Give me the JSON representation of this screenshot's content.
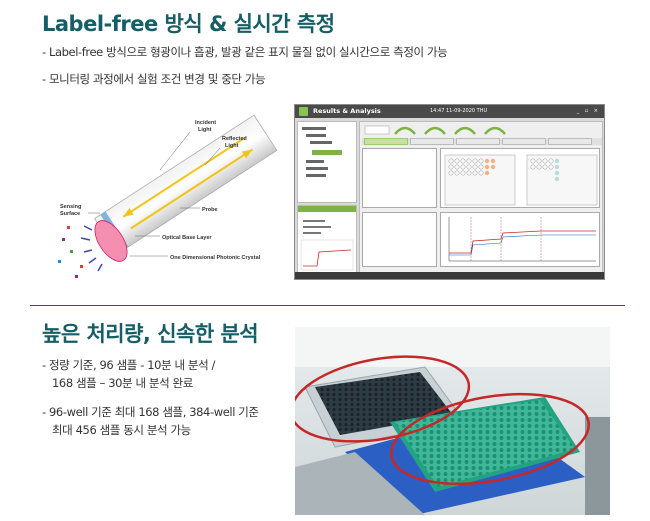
{
  "section1": {
    "title": "Label-free 방식 & 실시간 측정",
    "bullets": [
      "- Label-free 방식으로 형광이나 흡광, 발광 같은 표지 물질 없이 실시간으로 측정이 가능",
      "- 모니터링 과정에서 실험 조건 변경 및 중단 가능"
    ],
    "diagram": {
      "labels": {
        "incident": "Incident",
        "incident2": "Light",
        "reflected": "Reflected",
        "reflected2": "Light",
        "sensing": "Sensing",
        "sensing2": "Surface",
        "probe": "Probe",
        "optical": "Optical Base Layer",
        "crystal": "One Dimensional Photonic Crystal"
      }
    },
    "software": {
      "window_title": "Results & Analysis",
      "clock": "14:47  11-09-2020  THU",
      "controls": "_ ▫ ×"
    }
  },
  "section2": {
    "title": "높은 처리량, 신속한 분석",
    "bullets": [
      "- 정량 기준, 96 샘플 - 10분 내 분석 /",
      "168 샘플 – 30분 내 분석 완료",
      "- 96-well 기준 최대 168 샘플, 384-well 기준",
      "최대 456 샘플 동시 분석 가능"
    ]
  },
  "colors": {
    "heading": "#165e66",
    "accent_green": "#7cb342",
    "highlight_red": "#c62828"
  }
}
